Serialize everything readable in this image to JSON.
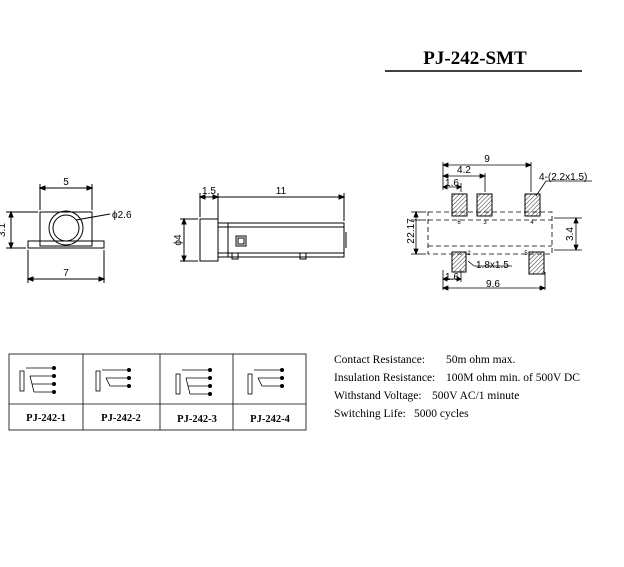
{
  "title": "PJ-242-SMT",
  "front_view": {
    "width": "5",
    "hole": "ϕ2.6",
    "height": "3.1",
    "base": "7"
  },
  "side_view": {
    "nose": "1.5",
    "length": "11",
    "diameter": "ϕ4"
  },
  "footprint": {
    "span": "9",
    "pitch": "4.2",
    "offset": "1.6",
    "pad_spec": "4-(2.2x1.5)",
    "row_gap": "2.17",
    "row_height": "2",
    "depth": "3.4",
    "pad_small": "1.8x1.5",
    "offset_bottom": "1.6",
    "total": "9.6",
    "pins_top": [
      "6",
      "3",
      "4"
    ],
    "pins_bottom": [
      "2",
      "5"
    ]
  },
  "variants": [
    "PJ-242-1",
    "PJ-242-2",
    "PJ-242-3",
    "PJ-242-4"
  ],
  "specs": [
    {
      "label": "Contact Resistance:",
      "value": "50m ohm max."
    },
    {
      "label": "Insulation Resistance:",
      "value": "100M ohm min. of 500V DC"
    },
    {
      "label": "Withstand Voltage:",
      "value": "500V AC/1 minute"
    },
    {
      "label": "Switching Life:",
      "value": "5000 cycles"
    }
  ]
}
